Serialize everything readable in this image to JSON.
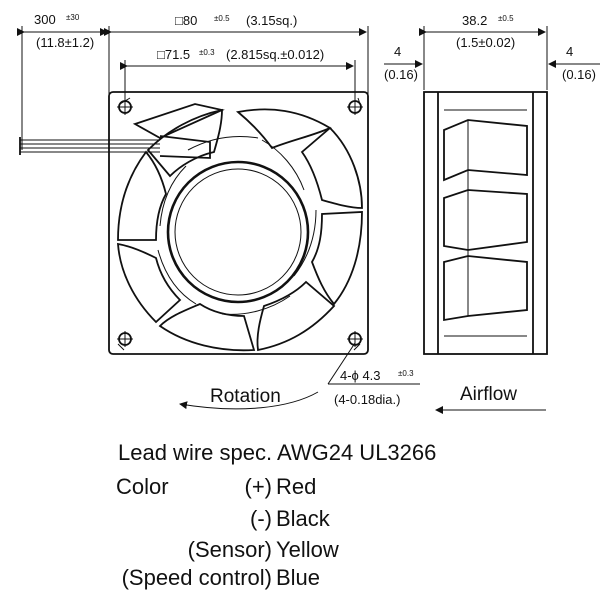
{
  "dimensions": {
    "cable_length": "300",
    "cable_length_tol": "±30",
    "cable_length_in": "(11.8±1.2)",
    "frame_size": "□80",
    "frame_size_tol": "±0.5",
    "frame_size_in": "(3.15sq.)",
    "hole_pitch": "□71.5",
    "hole_pitch_tol": "±0.3",
    "hole_pitch_in": "(2.815sq.±0.012)",
    "depth": "38.2",
    "depth_tol": "±0.5",
    "depth_in": "(1.5±0.02)",
    "flange_left": "4",
    "flange_left_in": "(0.16)",
    "flange_right": "4",
    "flange_right_in": "(0.16)",
    "mount_hole": "4-ϕ 4.3",
    "mount_hole_tol": "±0.3",
    "mount_hole_in": "(4-0.18dia.)"
  },
  "labels": {
    "rotation": "Rotation",
    "airflow": "Airflow"
  },
  "wire_spec": {
    "title": "Lead wire spec. AWG24 UL3266",
    "color_heading": "Color",
    "rows": [
      {
        "terminal": "(+)",
        "color": "Red"
      },
      {
        "terminal": "(-)",
        "color": "Black"
      },
      {
        "terminal": "(Sensor)",
        "color": "Yellow"
      },
      {
        "terminal": "(Speed control)",
        "color": "Blue"
      }
    ]
  }
}
